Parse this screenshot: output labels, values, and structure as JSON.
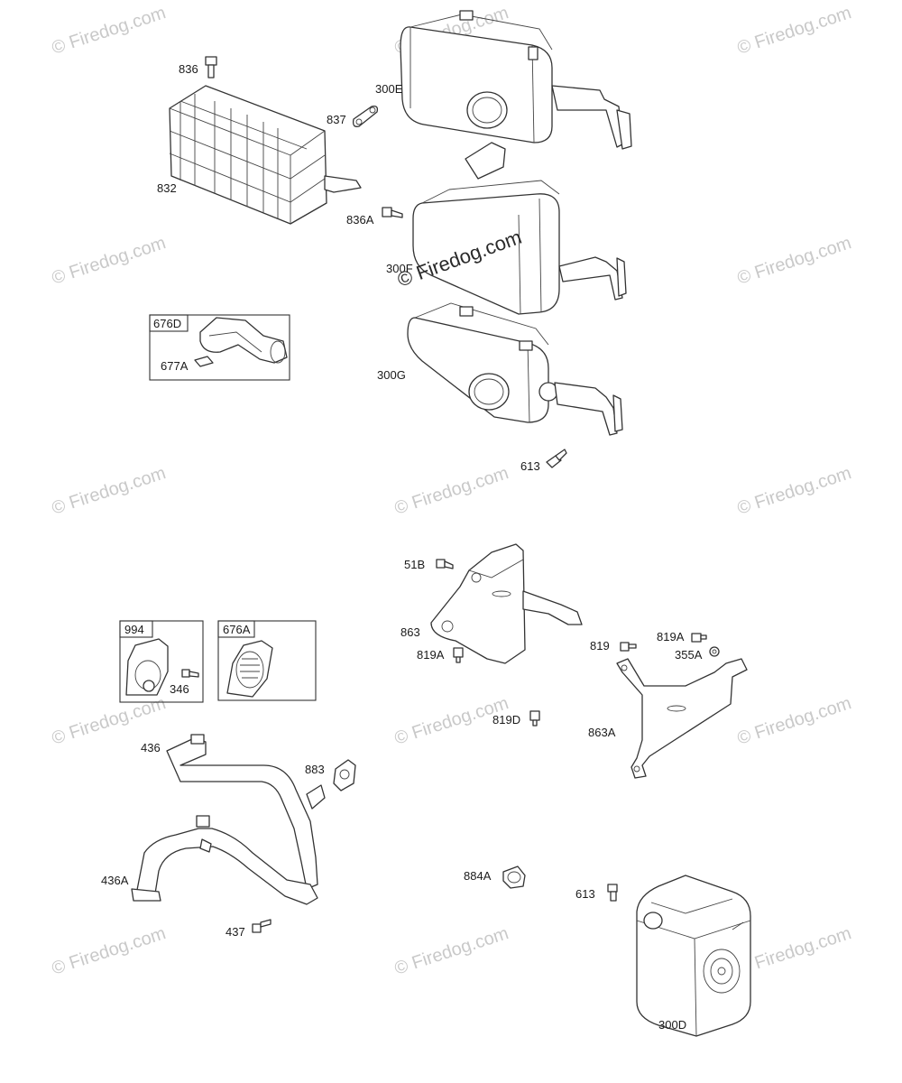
{
  "watermark": {
    "text": "© Firedog.com"
  },
  "main_watermark": "© Firedog.com",
  "labels": {
    "p836": "836",
    "p300E": "300E",
    "p837": "837",
    "p832": "832",
    "p836A": "836A",
    "p300F": "300F",
    "p676D": "676D",
    "p677A": "677A",
    "p300G": "300G",
    "p613a": "613",
    "p51B": "51B",
    "p863": "863",
    "p819A_a": "819A",
    "p819": "819",
    "p819A_b": "819A",
    "p355A": "355A",
    "p994": "994",
    "p346": "346",
    "p676A": "676A",
    "p819D": "819D",
    "p863A": "863A",
    "p436": "436",
    "p883": "883",
    "p436A": "436A",
    "p437": "437",
    "p884A": "884A",
    "p613b": "613",
    "p300D": "300D"
  }
}
